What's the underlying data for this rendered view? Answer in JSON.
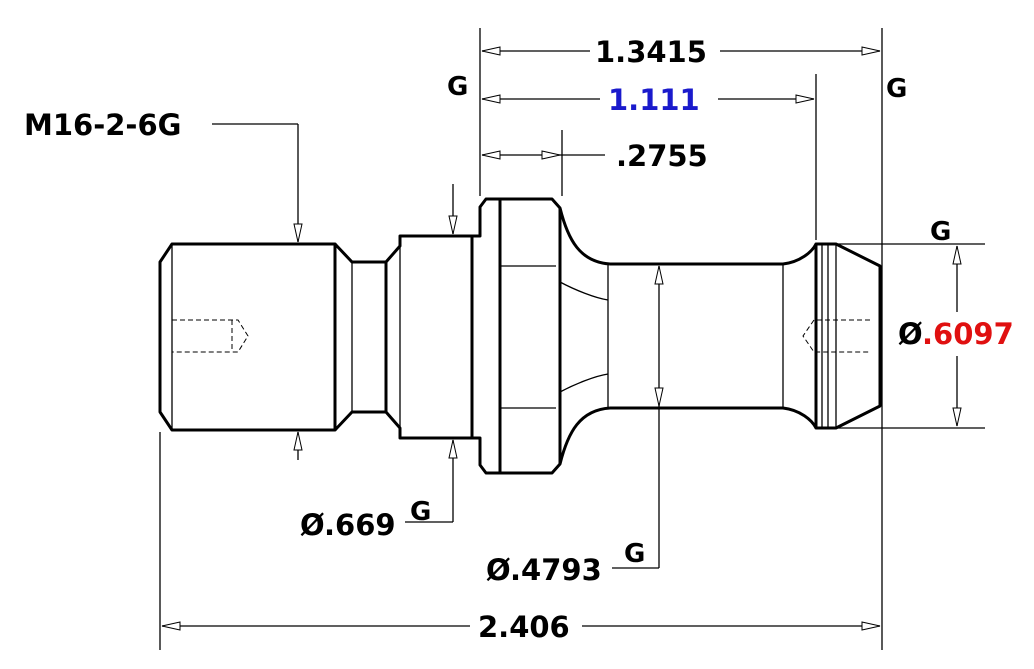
{
  "drawing": {
    "thread_callout": "M16-2-6G",
    "dim_overall_top": "1.3415",
    "dim_inner_top": "1.111",
    "dim_flange": ".2755",
    "dim_neck_dia_prefix": "Ø",
    "dim_neck_dia_value": ".6097",
    "dim_shoulder_dia": "Ø.669",
    "dim_body_dia": "Ø.4793",
    "dim_overall_length": "2.406",
    "gauge_g_1": "G",
    "gauge_g_2": "G",
    "gauge_g_3": "G",
    "gauge_g_4": "G",
    "gauge_g_5": "G"
  },
  "colors": {
    "ink": "#000000",
    "highlight_blue": "#1a1acc",
    "highlight_red": "#e01010"
  }
}
